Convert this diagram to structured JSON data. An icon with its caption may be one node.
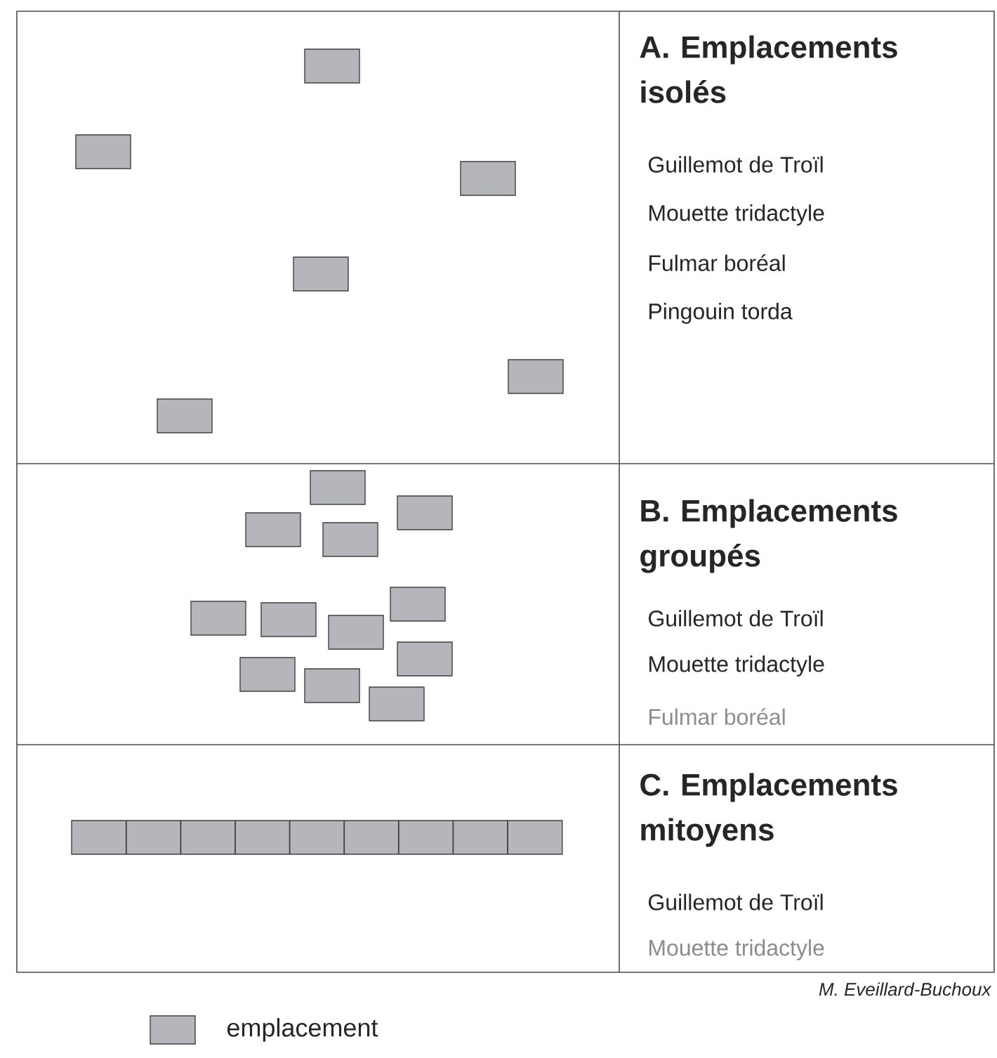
{
  "diagram": {
    "nodes": [
      {
        "text": [
          "A. Emplacements isolés",
          "Guillemot de Troïl",
          "Mouette tridactyle",
          "Fulmar boréal",
          "Pingouin torda"
        ]
      },
      {
        "text": [
          "B. Emplacements groupés",
          "Guillemot de Troïl",
          "Mouette tridactyle",
          "Fulmar boréal"
        ]
      },
      {
        "text": [
          "C. Emplacements mitoyens",
          "Guillemot de Troïl",
          "Mouette tridactyle"
        ]
      }
    ],
    "labels": [
      "M. Eveillard-Buchoux"
    ],
    "legend": [
      {
        "text": "emplacement",
        "color": "#b4b6bb"
      }
    ]
  }
}
